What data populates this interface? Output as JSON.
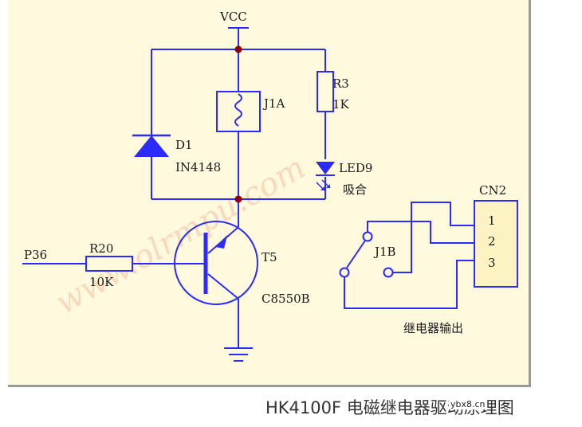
{
  "diagram": {
    "vcc": "VCC",
    "d1_ref": "D1",
    "d1_part": "IN4148",
    "j1a": "J1A",
    "r3_ref": "R3",
    "r3_val": "1K",
    "led_ref": "LED9",
    "led_note": "吸合",
    "p36": "P36",
    "r20_ref": "R20",
    "r20_val": "10K",
    "t5_ref": "T5",
    "t5_part": "C8550B",
    "cn2": "CN2",
    "pin1": "1",
    "pin2": "2",
    "pin3": "3",
    "j1b": "J1B",
    "output_label": "继电器输出",
    "watermark": "www.olrmpu.com"
  },
  "caption": "HK4100F 电磁继电器驱动原理图",
  "site_tag": "ybx8.cn",
  "colors": {
    "wire": "#2b2bff",
    "body": "#2b2bff",
    "component_fill": "#fff9de",
    "junction": "#8b0000",
    "connector_fill": "#fdf3c2",
    "watermark": "#e86a4a"
  }
}
